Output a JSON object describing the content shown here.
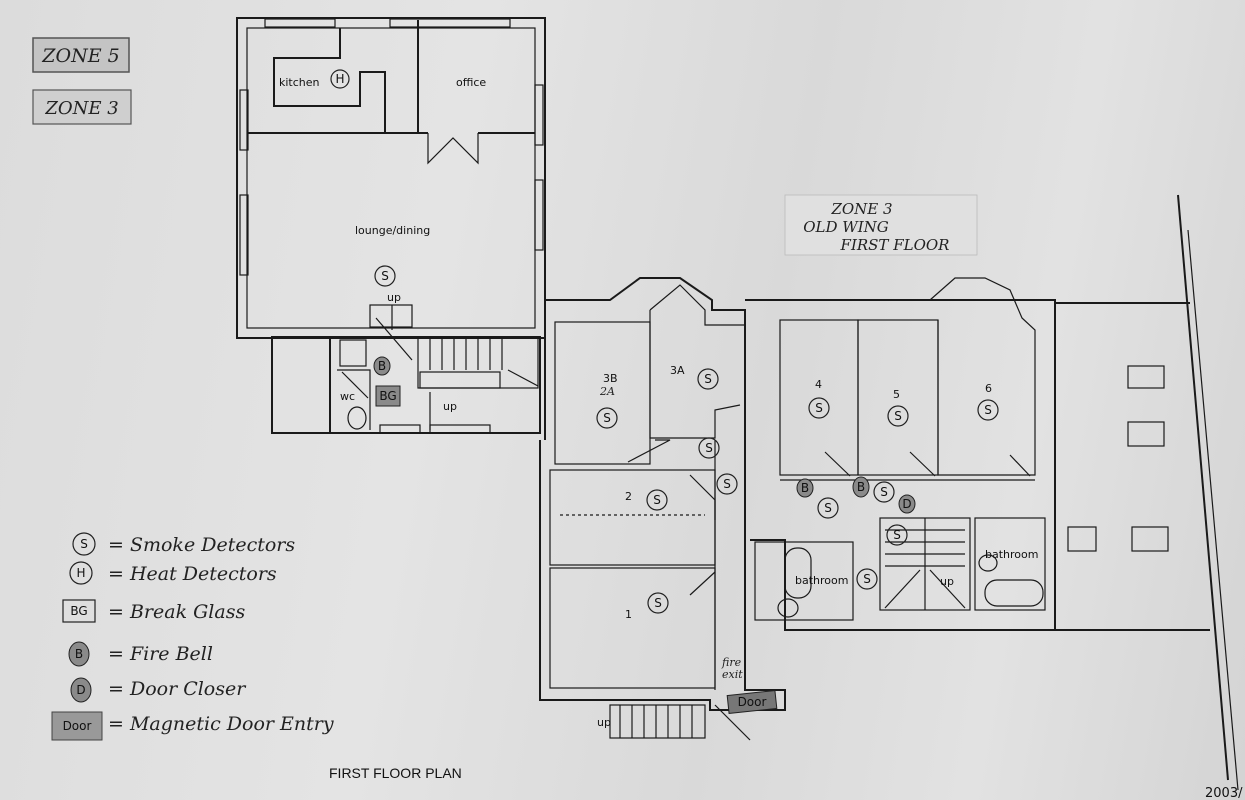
{
  "title": "FIRST FLOOR PLAN",
  "zone_tags": [
    "ZONE 5",
    "ZONE 3"
  ],
  "zone_note": [
    "ZONE 3",
    "OLD WING",
    "FIRST FLOOR"
  ],
  "rooms": {
    "kitchen": "kitchen",
    "office": "office",
    "lounge": "lounge/dining",
    "wc": "wc",
    "r3b": "3B",
    "r2a": "2A",
    "r3a": "3A",
    "r2": "2",
    "r1": "1",
    "r4": "4",
    "r5": "5",
    "r6": "6",
    "bathroom": "bathroom",
    "fire_exit_1": "fire",
    "fire_exit_2": "exit",
    "up": "up"
  },
  "markers": {
    "smoke": "S",
    "heat": "H",
    "break_glass": "BG",
    "bell": "B",
    "closer": "D",
    "door": "Door"
  },
  "legend": [
    {
      "symbol": "S",
      "label": "= Smoke Detectors"
    },
    {
      "symbol": "H",
      "label": "= Heat Detectors"
    },
    {
      "symbol": "BG",
      "label": "= Break Glass"
    },
    {
      "symbol": "B",
      "label": "= Fire Bell"
    },
    {
      "symbol": "D",
      "label": "= Door Closer"
    },
    {
      "symbol": "Door",
      "label": "= Magnetic Door Entry"
    }
  ],
  "corner_ref": "2003/"
}
